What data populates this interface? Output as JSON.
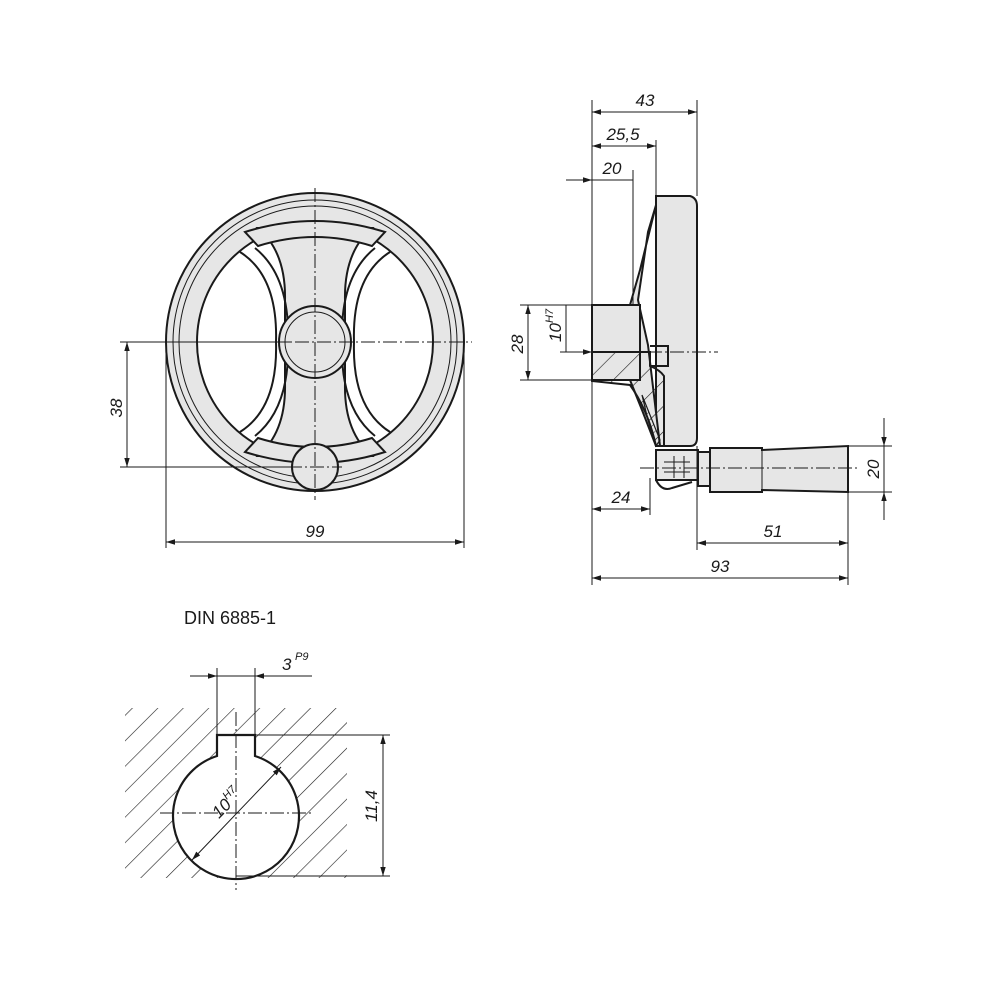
{
  "front_view": {
    "dim_diameter": "99",
    "dim_handle_offset": "38"
  },
  "side_view": {
    "dim_total_depth": "43",
    "dim_hub_to_rim": "25,5",
    "dim_hub_length": "20",
    "dim_hub_diameter": "28",
    "dim_bore": "10",
    "dim_bore_tol": "H7",
    "dim_handle_pos": "24",
    "dim_handle_length": "51",
    "dim_overall": "93",
    "dim_handle_diameter": "20"
  },
  "keyway_detail": {
    "standard_label": "DIN 6885-1",
    "dim_key_width": "3",
    "dim_key_tol": "P9",
    "dim_bore": "10",
    "dim_bore_tol": "H7",
    "dim_key_depth": "11,4"
  }
}
